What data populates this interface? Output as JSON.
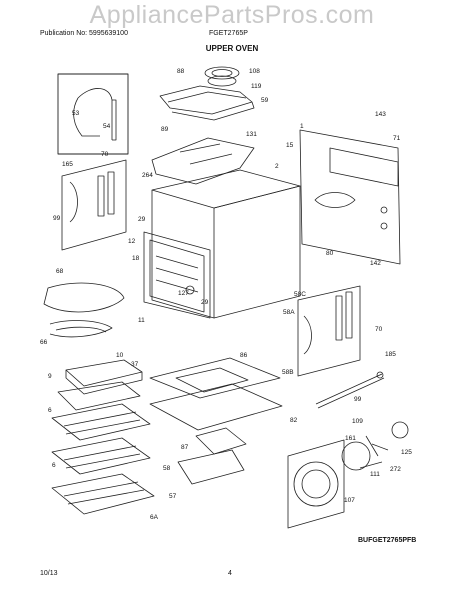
{
  "header": {
    "watermark": "AppliancePartsPros.com",
    "publication": "Publication No: 5995639100",
    "model": "FGET2765P",
    "section_title": "UPPER OVEN"
  },
  "footer": {
    "date": "10/13",
    "page": "4",
    "diagram_code": "BUFGET2765PFB"
  },
  "part_labels": {
    "p88": "88",
    "p108": "108",
    "p119": "119",
    "p59": "59",
    "p143": "143",
    "p1": "1",
    "p71": "71",
    "p53": "53",
    "p54": "54",
    "p89": "89",
    "p131": "131",
    "p15": "15",
    "p165": "165",
    "p70a": "70",
    "p264": "264",
    "p2": "2",
    "p99a": "99",
    "p29a": "29",
    "p12": "12",
    "p18": "18",
    "p80": "80",
    "p142": "142",
    "p68": "68",
    "p127": "127",
    "p29b": "29",
    "p58c": "58C",
    "p11": "11",
    "p58a": "58A",
    "p70b": "70",
    "p66": "66",
    "p10": "10",
    "p37": "37",
    "p86": "86",
    "p185": "185",
    "p9": "9",
    "p58b": "58B",
    "p99b": "99",
    "p6a": "6",
    "p82": "82",
    "p109": "109",
    "p161": "161",
    "p125": "125",
    "p87": "87",
    "p6b": "6",
    "p111": "111",
    "p272": "272",
    "p58d": "58",
    "p57": "57",
    "p107": "107",
    "p6c": "6A"
  }
}
